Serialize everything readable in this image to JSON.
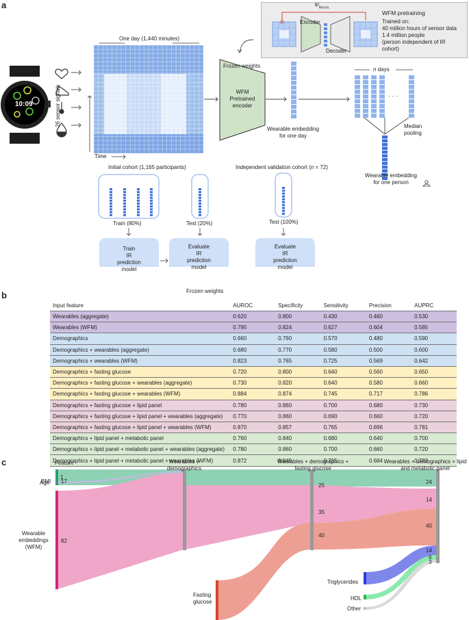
{
  "panel_a": {
    "letter": "a",
    "pretrain": {
      "psi_label": "Ψ",
      "psi_sub": "Recon.",
      "encoder": "Encoder",
      "decoder": "Decoder",
      "title": "WFM pretraining",
      "trained_on": "Trained on:",
      "line1": "40 million hours of sensor data",
      "line2": "1.4 million people",
      "line3": "(person independent of IR",
      "line4": "cohort)"
    },
    "one_day": "One day (1,440 minutes)",
    "sensor_signals": "26 sensor signals",
    "time": "Time",
    "watch_time": "10:09",
    "frozen_weights_top": "Frozen weights",
    "wfm_encoder": [
      "WFM",
      "Pretrained",
      "encoder"
    ],
    "embedding_day": [
      "Wearable embedding",
      "for one day"
    ],
    "n_days_italic": "n",
    "n_days": " days",
    "median_pooling": [
      "Median",
      "pooling"
    ],
    "embedding_person": [
      "Wearable embedding",
      "for one person"
    ],
    "initial_cohort": "Initial cohort (1,165 participants)",
    "validation_cohort_pre": "Independent validation cohort (",
    "validation_cohort_n": "n",
    "validation_cohort_post": " = 72)",
    "train_label": "Train (80%)",
    "test_label": "Test (20%)",
    "test100_label": "Test (100%)",
    "box_train": [
      "Train",
      "IR",
      "prediction",
      "model"
    ],
    "box_eval1": [
      "Evaluate",
      "IR",
      "prediction",
      "model"
    ],
    "box_eval2": [
      "Evaluate",
      "IR",
      "prediction",
      "model"
    ],
    "frozen_weights_bottom": "Frozen weights"
  },
  "panel_b": {
    "letter": "b",
    "headers": [
      "Input feature",
      "AUROC",
      "Specificity",
      "Sensitivity",
      "Precision",
      "AUPRC"
    ],
    "colors": {
      "purple": "#cdbfe0",
      "blue": "#cfe2f3",
      "yellow": "#fff0c1",
      "pink": "#ead1dc",
      "green": "#d9ead3"
    },
    "rows": [
      {
        "feature": "Wearables (aggregate)",
        "color": "purple",
        "values": [
          "0.620",
          "0.800",
          "0.430",
          "0.460",
          "0.530"
        ]
      },
      {
        "feature": "Wearables (WFM)",
        "color": "purple",
        "values": [
          "0.795",
          "0.824",
          "0.627",
          "0.604",
          "0.585"
        ]
      },
      {
        "feature": "Demographics",
        "color": "blue",
        "values": [
          "0.660",
          "0.760",
          "0.570",
          "0.480",
          "0.590"
        ]
      },
      {
        "feature": "Demographics + wearables (aggregate)",
        "color": "blue",
        "values": [
          "0.680",
          "0.770",
          "0.580",
          "0.500",
          "0.600"
        ]
      },
      {
        "feature": "Demographics + wearables (WFM)",
        "color": "blue",
        "values": [
          "0.823",
          "0.765",
          "0.725",
          "0.569",
          "0.642"
        ]
      },
      {
        "feature": "Demographics + fasting glucose",
        "color": "yellow",
        "values": [
          "0.720",
          "0.800",
          "0.640",
          "0.560",
          "0.650"
        ]
      },
      {
        "feature": "Demographics + fasting glucose + wearables (aggregate)",
        "color": "yellow",
        "values": [
          "0.730",
          "0.820",
          "0.640",
          "0.580",
          "0.660"
        ]
      },
      {
        "feature": "Demographics + fasting glucose + wearables (WFM)",
        "color": "yellow",
        "values": [
          "0.884",
          "0.874",
          "0.745",
          "0.717",
          "0.786"
        ]
      },
      {
        "feature": "Demographics + fasting glucose + lipid panel",
        "color": "pink",
        "values": [
          "0.780",
          "0.860",
          "0.700",
          "0.680",
          "0.730"
        ]
      },
      {
        "feature": "Demographics + fasting glucose + lipid panel + wearables (aggregate)",
        "color": "pink",
        "values": [
          "0.770",
          "0.860",
          "0.690",
          "0.660",
          "0.720"
        ]
      },
      {
        "feature": "Demographics + fasting glucose + lipid panel + wearables (WFM)",
        "color": "pink",
        "values": [
          "0.870",
          "0.857",
          "0.765",
          "0.696",
          "0.781"
        ]
      },
      {
        "feature": "Demographics + lipid panel + metabolic panel",
        "color": "green",
        "values": [
          "0.760",
          "0.840",
          "0.680",
          "0.640",
          "0.700"
        ]
      },
      {
        "feature": "Demographics + lipid panel + metabolic panel + wearables (aggregate)",
        "color": "green",
        "values": [
          "0.780",
          "0.860",
          "0.700",
          "0.660",
          "0.720"
        ]
      },
      {
        "feature": "Demographics + lipid panel + metabolic panel + wearables (WFM)",
        "color": "green",
        "values": [
          "0.872",
          "0.849",
          "0.765",
          "0.684",
          "0.783"
        ]
      }
    ]
  },
  "panel_c": {
    "letter": "c",
    "feature_header": "Feature",
    "stage1": [
      "Wearables +",
      "demographics"
    ],
    "stage2": [
      "Wearables + demographics +",
      "fasting glucose"
    ],
    "stage3": [
      "Wearables + demographics + lipid",
      "and metabolic panel"
    ],
    "bmi_label": "BMI",
    "bmi_value": "17",
    "age_label": "Age",
    "age_value": "1",
    "wearable_label": [
      "Wearable",
      "embeddings",
      "(WFM)"
    ],
    "wearable_value": "82",
    "fasting_label": [
      "Fasting",
      "glucose"
    ],
    "s2_values": [
      "25",
      "35",
      "40"
    ],
    "s3_values": [
      "24",
      "14",
      "40",
      "14",
      "6",
      "3"
    ],
    "trig_label": "Triglycerides",
    "hdl_label": "HDL",
    "other_label": "Other",
    "colors": {
      "bmi": "#8fd1b4",
      "bmi_bar": "#2e9e6c",
      "age": "#c7b6e6",
      "wearable": "#f0a6c9",
      "wearable_bar": "#d6237e",
      "fasting": "#ee9f93",
      "fasting_bar": "#d8452c",
      "trig": "#7f87ea",
      "trig_bar": "#2b3fd6",
      "hdl": "#8ce9ad",
      "hdl_bar": "#26b85a",
      "other": "#dadada",
      "stage_bar": "#9a9a9a"
    }
  }
}
